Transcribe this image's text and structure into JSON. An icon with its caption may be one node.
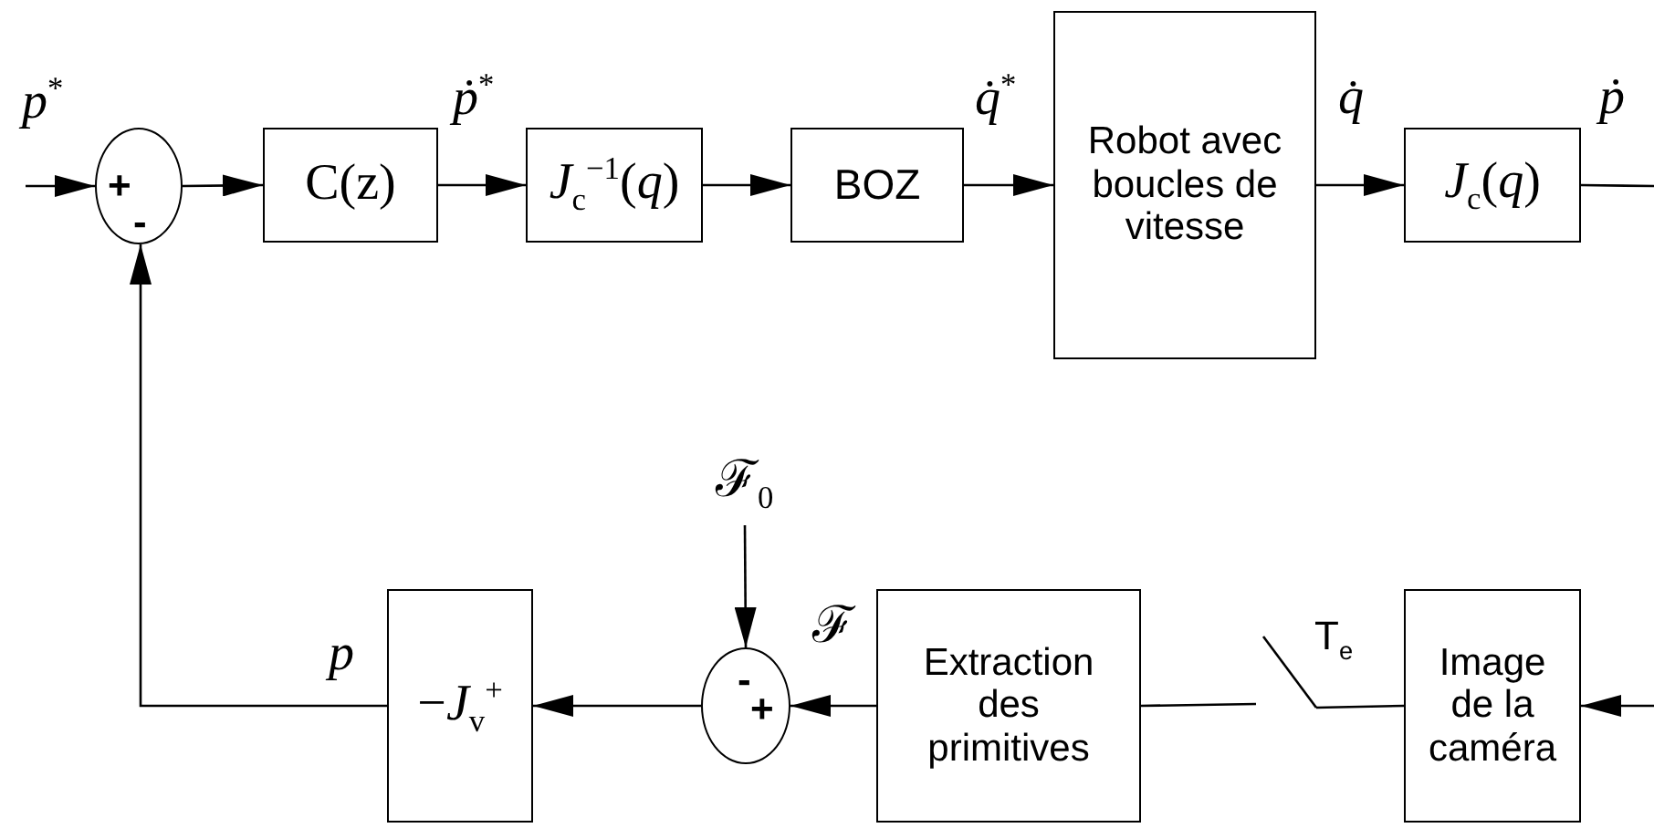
{
  "diagram": {
    "nodes": [
      {
        "text": [
          "+",
          "-"
        ]
      },
      {
        "text": [
          "C(z)"
        ]
      },
      {
        "text": [
          "*J*$_{c}$$^{−1}$(*q*)"
        ]
      },
      {
        "text": [
          "BOZ"
        ]
      },
      {
        "text": [
          "Robot avec boucles de vitesse"
        ]
      },
      {
        "text": [
          "*J*$_{c}$(*q*)"
        ]
      },
      {
        "text": [
          "−*J*$_{v}$$^{+}$"
        ]
      },
      {
        "text": [
          "-",
          "+"
        ]
      },
      {
        "text": [
          "Extraction des primitives"
        ]
      },
      {
        "text": [
          "Image de la caméra"
        ]
      },
      {
        "text": [],
        "shape": "switch",
        "beside": [
          "T$_{e}$"
        ]
      }
    ],
    "edges": [
      {
        "from": null,
        "to": 0,
        "arrow": "to",
        "label": "*p*$^{*}$"
      },
      {
        "from": 0,
        "to": 1,
        "arrow": "to"
      },
      {
        "from": 1,
        "to": 2,
        "arrow": "to",
        "label": "*ṗ*$^{*}$"
      },
      {
        "from": 2,
        "to": 3,
        "arrow": "to"
      },
      {
        "from": 3,
        "to": 4,
        "arrow": "to",
        "label": "*q̇*$^{*}$"
      },
      {
        "from": 4,
        "to": 5,
        "arrow": "to",
        "label": "*q̇*"
      },
      {
        "from": 5,
        "to": null,
        "arrow": "none",
        "label": "*ṗ*"
      },
      {
        "from": null,
        "to": 9,
        "arrow": "to"
      },
      {
        "from": 9,
        "to": 10,
        "arrow": "none"
      },
      {
        "from": 10,
        "to": 8,
        "arrow": "none"
      },
      {
        "from": 8,
        "to": 7,
        "arrow": "to",
        "label": "ℱ"
      },
      {
        "from": null,
        "to": 7,
        "arrow": "to",
        "label": "ℱ$_{0}$"
      },
      {
        "from": 7,
        "to": 6,
        "arrow": "to"
      },
      {
        "from": 6,
        "to": 0,
        "arrow": "to",
        "label": "*p*"
      }
    ]
  }
}
